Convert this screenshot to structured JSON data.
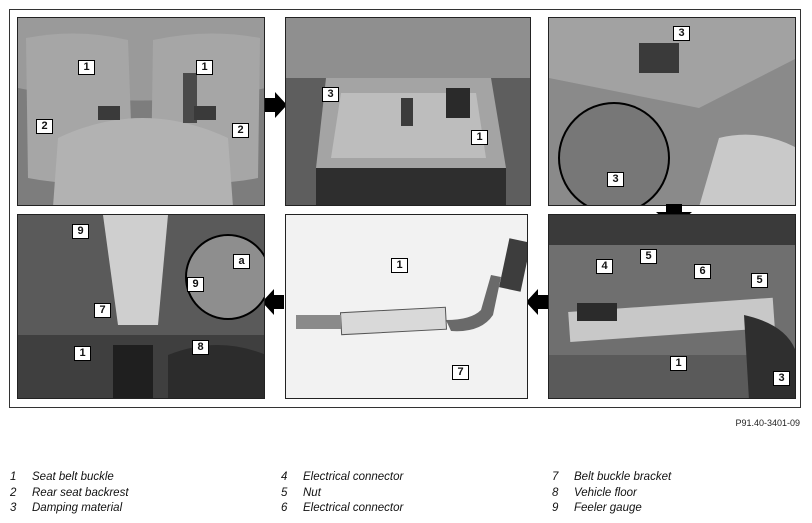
{
  "figure_ref": "P91.40-3401-09",
  "panels": [
    {
      "callouts": [
        "1",
        "1",
        "2",
        "2"
      ]
    },
    {
      "callouts": [
        "3",
        "1"
      ]
    },
    {
      "callouts": [
        "3",
        "3"
      ]
    },
    {
      "callouts": [
        "5",
        "4",
        "6",
        "5",
        "1",
        "3"
      ]
    },
    {
      "callouts": [
        "1",
        "7"
      ]
    },
    {
      "callouts": [
        "9",
        "a",
        "9",
        "7",
        "8",
        "1"
      ]
    }
  ],
  "legend": [
    {
      "num": "1",
      "text": "Seat belt buckle"
    },
    {
      "num": "2",
      "text": "Rear seat backrest"
    },
    {
      "num": "3",
      "text": "Damping material"
    },
    {
      "num": "4",
      "text": "Electrical connector"
    },
    {
      "num": "5",
      "text": "Nut"
    },
    {
      "num": "6",
      "text": "Electrical connector"
    },
    {
      "num": "7",
      "text": "Belt buckle bracket"
    },
    {
      "num": "8",
      "text": "Vehicle floor"
    },
    {
      "num": "9",
      "text": "Feeler gauge"
    }
  ]
}
